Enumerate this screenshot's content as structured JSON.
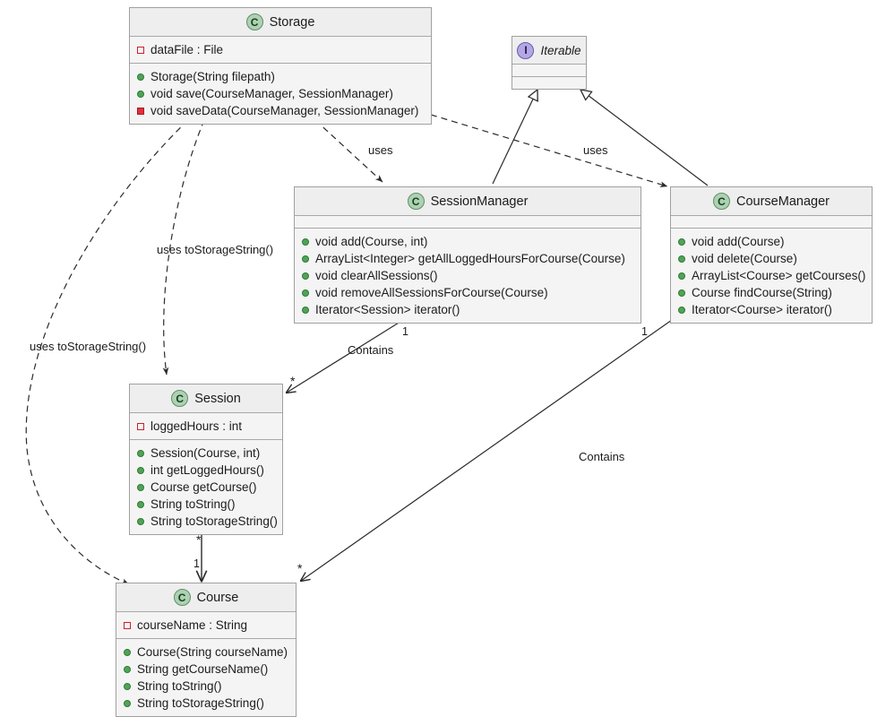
{
  "diagram": {
    "title": "UML Class Diagram",
    "type": "uml-class-diagram",
    "background": "#ffffff",
    "palette": {
      "class_fill": "#f4f4f4",
      "header_fill": "#eeeeee",
      "border": "#a0a0a0",
      "class_icon_fill": "#add1b2",
      "interface_icon_fill": "#b4a7e5",
      "public_marker": "#51a356",
      "private_marker": "#e0323c",
      "line": "#2b2b2b"
    }
  },
  "classes": {
    "storage": {
      "name": "Storage",
      "stereotype": "C",
      "attributes": [
        {
          "visibility": "private",
          "text": "dataFile : File"
        }
      ],
      "methods": [
        {
          "visibility": "public",
          "text": "Storage(String filepath)"
        },
        {
          "visibility": "public",
          "text": "void save(CourseManager, SessionManager)"
        },
        {
          "visibility": "private",
          "text": "void saveData(CourseManager, SessionManager)"
        }
      ]
    },
    "iterable": {
      "name": "Iterable",
      "stereotype": "I",
      "attributes": [],
      "methods": []
    },
    "session_manager": {
      "name": "SessionManager",
      "stereotype": "C",
      "attributes": [],
      "methods": [
        {
          "visibility": "public",
          "text": "void add(Course, int)"
        },
        {
          "visibility": "public",
          "text": "ArrayList<Integer> getAllLoggedHoursForCourse(Course)"
        },
        {
          "visibility": "public",
          "text": "void clearAllSessions()"
        },
        {
          "visibility": "public",
          "text": "void removeAllSessionsForCourse(Course)"
        },
        {
          "visibility": "public",
          "text": "Iterator<Session> iterator()"
        }
      ]
    },
    "course_manager": {
      "name": "CourseManager",
      "stereotype": "C",
      "attributes": [],
      "methods": [
        {
          "visibility": "public",
          "text": "void add(Course)"
        },
        {
          "visibility": "public",
          "text": "void delete(Course)"
        },
        {
          "visibility": "public",
          "text": "ArrayList<Course> getCourses()"
        },
        {
          "visibility": "public",
          "text": "Course findCourse(String)"
        },
        {
          "visibility": "public",
          "text": "Iterator<Course> iterator()"
        }
      ]
    },
    "session": {
      "name": "Session",
      "stereotype": "C",
      "attributes": [
        {
          "visibility": "private",
          "text": "loggedHours : int"
        }
      ],
      "methods": [
        {
          "visibility": "public",
          "text": "Session(Course, int)"
        },
        {
          "visibility": "public",
          "text": "int getLoggedHours()"
        },
        {
          "visibility": "public",
          "text": "Course getCourse()"
        },
        {
          "visibility": "public",
          "text": "String toString()"
        },
        {
          "visibility": "public",
          "text": "String toStorageString()"
        }
      ]
    },
    "course": {
      "name": "Course",
      "stereotype": "C",
      "attributes": [
        {
          "visibility": "private",
          "text": "courseName : String"
        }
      ],
      "methods": [
        {
          "visibility": "public",
          "text": "Course(String courseName)"
        },
        {
          "visibility": "public",
          "text": "String getCourseName()"
        },
        {
          "visibility": "public",
          "text": "String toString()"
        },
        {
          "visibility": "public",
          "text": "String toStorageString()"
        }
      ]
    }
  },
  "relationships": [
    {
      "id": "storage-sessionmanager",
      "from": "Storage",
      "to": "SessionManager",
      "kind": "dependency",
      "label": "uses"
    },
    {
      "id": "storage-coursemanager",
      "from": "Storage",
      "to": "CourseManager",
      "kind": "dependency",
      "label": "uses"
    },
    {
      "id": "storage-session",
      "from": "Storage",
      "to": "Session",
      "kind": "dependency",
      "label": "uses toStorageString()"
    },
    {
      "id": "storage-course",
      "from": "Storage",
      "to": "Course",
      "kind": "dependency",
      "label": "uses toStorageString()"
    },
    {
      "id": "sessionmanager-iterable",
      "from": "SessionManager",
      "to": "Iterable",
      "kind": "realization",
      "label": ""
    },
    {
      "id": "coursemanager-iterable",
      "from": "CourseManager",
      "to": "Iterable",
      "kind": "realization",
      "label": ""
    },
    {
      "id": "sessionmanager-session",
      "from": "SessionManager",
      "to": "Session",
      "kind": "association",
      "label": "Contains",
      "source_multiplicity": "1",
      "target_multiplicity": "*"
    },
    {
      "id": "coursemanager-course",
      "from": "CourseManager",
      "to": "Course",
      "kind": "association",
      "label": "Contains",
      "source_multiplicity": "1",
      "target_multiplicity": "*"
    },
    {
      "id": "session-course",
      "from": "Session",
      "to": "Course",
      "kind": "association",
      "label": "",
      "source_multiplicity": "*",
      "target_multiplicity": "1"
    }
  ],
  "edge_labels": {
    "uses_sessionmanager": "uses",
    "uses_coursemanager": "uses",
    "uses_tostoragestring_session": "uses toStorageString()",
    "uses_tostoragestring_course": "uses toStorageString()",
    "contains_session": "Contains",
    "contains_course": "Contains",
    "mult_sm_one": "1",
    "mult_session_star": "*",
    "mult_cm_one": "1",
    "mult_course_star": "*",
    "mult_session_course_star": "*",
    "mult_session_course_one": "1"
  }
}
